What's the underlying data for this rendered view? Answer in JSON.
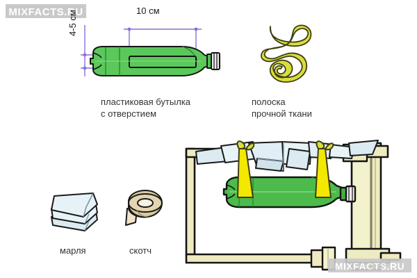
{
  "watermarks": {
    "top": "MIXFACTS.RU",
    "bottom": "MIXFACTS.RU"
  },
  "dimensions": {
    "width_label": "10 см",
    "height_label": "4-5 см"
  },
  "captions": {
    "bottle": "пластиковая бутылка\nс отверстием",
    "strip": "полоска\nпрочной ткани",
    "gauze": "марля",
    "tape": "скотч"
  },
  "colors": {
    "bottle_light_green": "#5ac85a",
    "bottle_dark_green": "#3a9e3a",
    "bottle_mid_green": "#4fbf4f",
    "ribbon_yellow": "#d9dd3c",
    "strip_yellow": "#f2e800",
    "gauze_blue": "#dcebf2",
    "tape_tan": "#d9c9a3",
    "radiator_cream": "#efebc0",
    "dimension_purple": "#8c6fd8",
    "outline": "#1a1a1a",
    "watermark_bg": "#c9c9c9",
    "watermark_text": "#ffffff"
  },
  "illustrations": {
    "bottle_with_hole": "plastic-bottle-horizontal-with-rectangular-slot",
    "fabric_strip": "coiled-yellow-green-fabric-ribbon",
    "gauze_stack": "folded-gauze-cloth",
    "tape_roll": "roll-of-adhesive-tape",
    "assembly": "radiator-with-bottle-humidifier-hung-by-fabric-strips-and-gauze"
  }
}
